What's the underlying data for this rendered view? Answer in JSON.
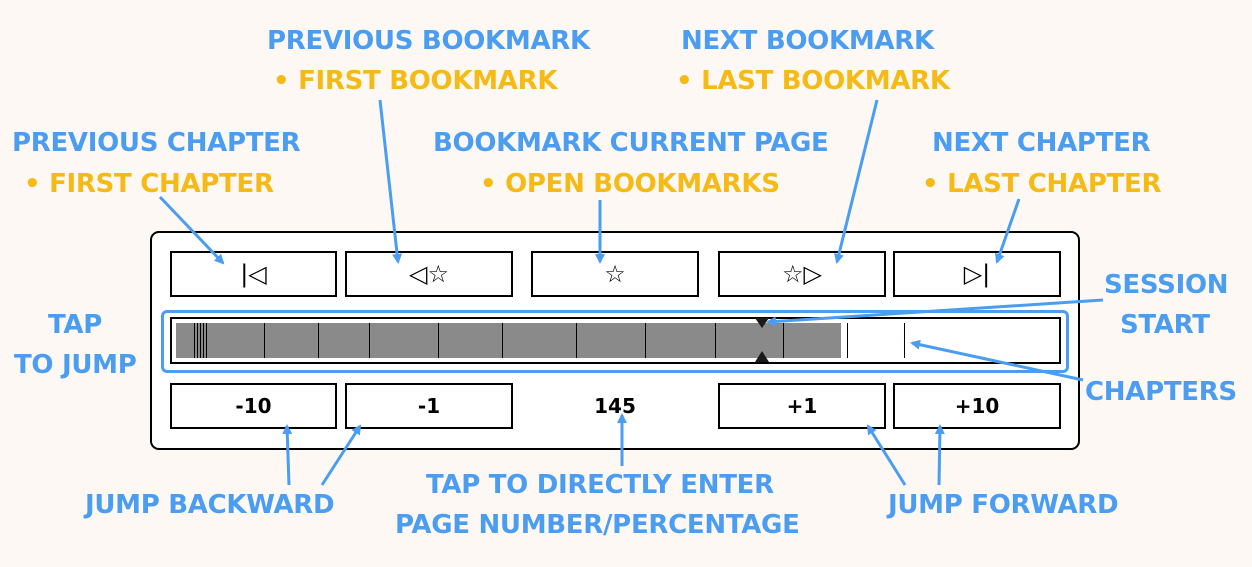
{
  "labels": {
    "prev_bookmark": "PREVIOUS BOOKMARK",
    "first_bookmark": "• FIRST BOOKMARK",
    "next_bookmark": "NEXT BOOKMARK",
    "last_bookmark": "• LAST BOOKMARK",
    "prev_chapter": "PREVIOUS CHAPTER",
    "first_chapter": "• FIRST CHAPTER",
    "bookmark_current": "BOOKMARK CURRENT PAGE",
    "open_bookmarks": "• OPEN BOOKMARKS",
    "next_chapter": "NEXT CHAPTER",
    "last_chapter": "• LAST CHAPTER",
    "session_start_1": "SESSION",
    "session_start_2": "START",
    "tap_to_jump_1": "TAP",
    "tap_to_jump_2": "TO JUMP",
    "chapters": "CHAPTERS",
    "jump_backward": "JUMP BACKWARD",
    "jump_forward": "JUMP FORWARD",
    "enter_page_1": "TAP TO DIRECTLY ENTER",
    "enter_page_2": "PAGE NUMBER/PERCENTAGE"
  },
  "buttons": {
    "prev_chapter_icon": "|◁",
    "prev_bookmark_icon": "◁☆",
    "bookmark_icon": "☆",
    "next_bookmark_icon": "☆▷",
    "next_chapter_icon": "▷|",
    "minus10": "-10",
    "minus1": "-1",
    "page": "145",
    "plus1": "+1",
    "plus10": "+10"
  },
  "progress": {
    "fraction": 0.76
  },
  "colors": {
    "blue": "#4a9df0",
    "gold": "#f6ba16"
  }
}
